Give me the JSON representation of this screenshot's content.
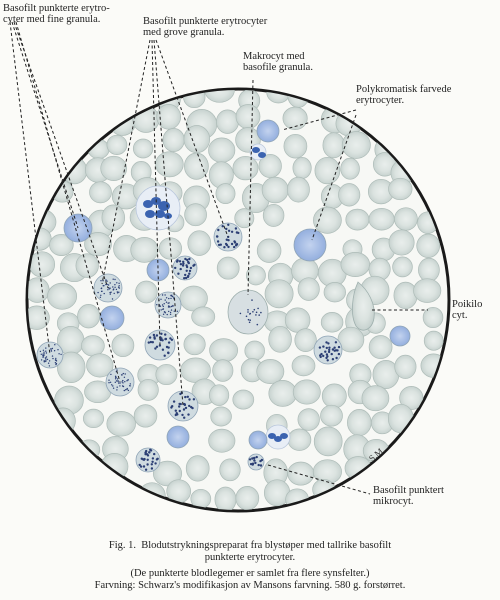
{
  "labels": {
    "fine_granula": "Basofilt punkterte erytro-\ncyter med fine granula.",
    "grove_granula": "Basofilt punkterte erytrocyter\nmed grove granula.",
    "makrocyt": "Makrocyt med\nbasofile granula.",
    "polykromatisk": "Polykromatisk farvede\nerytrocyter.",
    "poikilocyt": "Poikilo\ncyt.",
    "mikrocyt": "Basofilt punktert\nmikrocyt.",
    "signature": "S.M."
  },
  "caption": {
    "line1": "Fig. 1.  Blodutstrykningspreparat fra blystøper med tallrike basofilt",
    "line2": "punkterte erytrocyter.",
    "line3": "(De punkterte blodlegemer er samlet fra flere synsfelter.)",
    "line4": "Farvning: Schwarz's modifikasjon av Mansons farvning. 580 g. forstørret."
  },
  "colors": {
    "rbc_fill": "#d4ddda",
    "rbc_center": "#e6ecea",
    "polychrome": "#9fb8e0",
    "stippling": "#2c3f74",
    "nucleus": "#3b63b0",
    "field_edge": "#1a1a1a"
  }
}
